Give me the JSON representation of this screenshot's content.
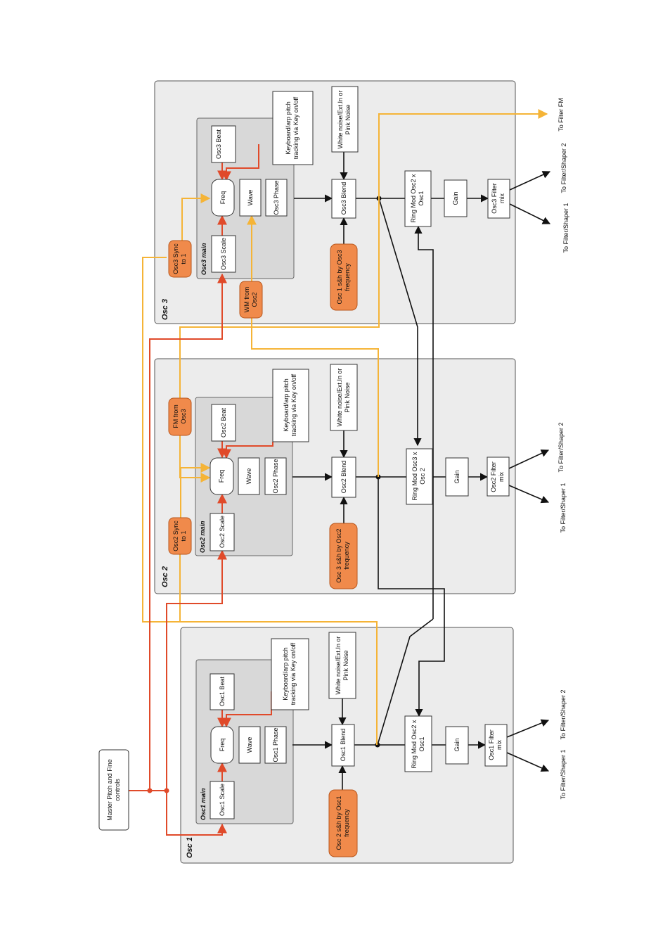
{
  "master": "Master Pitch and Fine controls",
  "filter_fm": "To Filter FM",
  "osc1": {
    "section": "Osc 1",
    "main": "Osc1 main",
    "scale": "Osc1 Scale",
    "freq": "Freq",
    "beat": "Osc1 Beat",
    "wave": "Wave",
    "phase": "Osc1 Phase",
    "keyboard": "Keyboard/arp pitch tracking via Key on/off",
    "noise": "White noise/Ext.In or Pink Noise",
    "blend": "Osc1 Blend",
    "sh": "Osc 2 s&h by Osc1 frequency",
    "ring": "Ring Mod Osc2 x Osc1",
    "gain": "Gain",
    "filtermix": "Osc1 Filter mix",
    "to_f1": "To Filter/Shaper 1",
    "to_f2": "To Filter/Shaper 2"
  },
  "osc2": {
    "section": "Osc 2",
    "main": "Osc2 main",
    "scale": "Osc2 Scale",
    "freq": "Freq",
    "beat": "Osc2 Beat",
    "wave": "Wave",
    "phase": "Osc2 Phase",
    "keyboard": "Keyboard/arp pitch tracking via Key on/off",
    "noise": "White noise/Ext.In or Pink Noise",
    "blend": "Osc2 Blend",
    "sh": "Osc 3 s&h by Osc2 frequency",
    "ring": "Ring Mod Osc3 x Osc 2",
    "gain": "Gain",
    "filtermix": "Osc2 Filter mix",
    "sync": "Osc2 Sync to 1",
    "fm": "FM from Osc3",
    "to_f1": "To Filter/Shaper 1",
    "to_f2": "To Filter/Shaper 2"
  },
  "osc3": {
    "section": "Osc 3",
    "main": "Osc3 main",
    "scale": "Osc3 Scale",
    "freq": "Freq",
    "beat": "Osc3 Beat",
    "wave": "Wave",
    "phase": "Osc3 Phase",
    "keyboard": "Keyboard/arp pitch tracking via Key on/off",
    "noise": "White noise/Ext.In or Pink Noise",
    "blend": "Osc3 Blend",
    "sh": "Osc 1 s&h by Osc3 frequency",
    "ring": "Ring Mod Osc2 x Osc1",
    "gain": "Gain",
    "filtermix": "Osc3 Filter mix",
    "sync": "Osc3 Sync to 1",
    "wm": "WM from Osc2",
    "to_f1": "To Filter/Shaper 1",
    "to_f2": "To Filter/Shaper 2"
  }
}
